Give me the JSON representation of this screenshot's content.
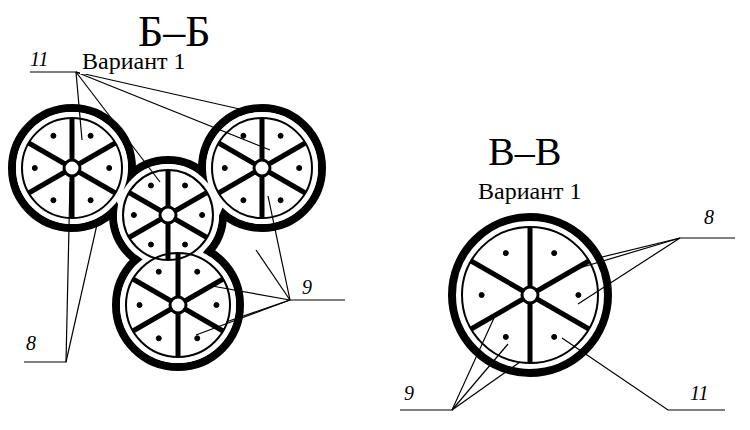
{
  "diagram": {
    "labels": [
      "Б–Б",
      "11",
      "Вариант 1",
      "8",
      "9",
      "В–В",
      "Вариант 1",
      "8",
      "9",
      "11"
    ]
  }
}
